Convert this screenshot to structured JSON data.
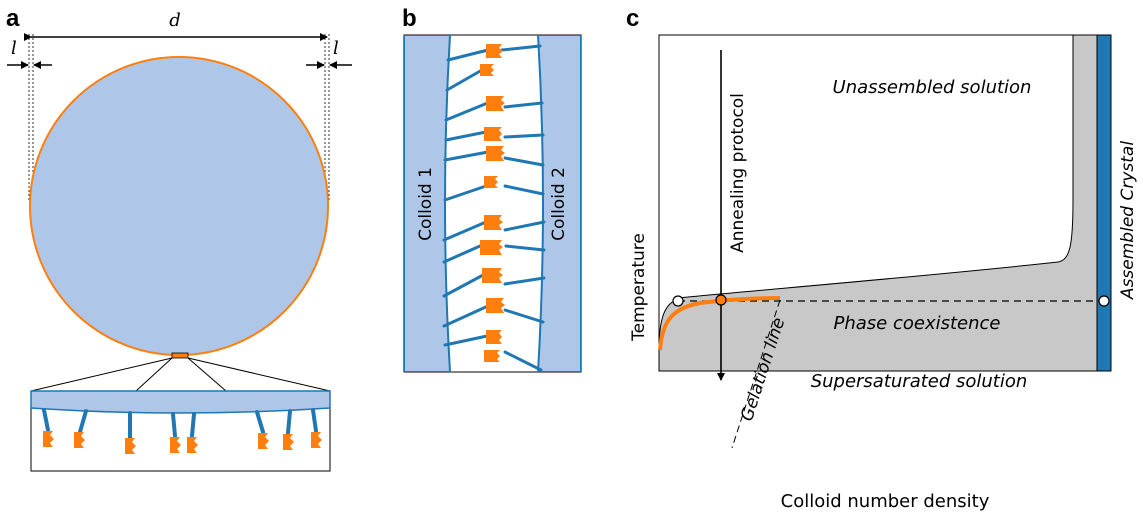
{
  "panel_a": {
    "label": "a",
    "diameter_label": "d",
    "shell_label_left": "l",
    "shell_label_right": "l"
  },
  "panel_b": {
    "label": "b",
    "colloid_left": "Colloid 1",
    "colloid_right": "Colloid 2"
  },
  "panel_c": {
    "label": "c",
    "xlabel": "Colloid number density",
    "ylabel": "Temperature",
    "region_top": "Unassembled solution",
    "region_middle": "Phase coexistence",
    "region_bottom": "Supersaturated solution",
    "crystal_label": "Assembled Crystal",
    "annealing_label": "Annealing protocol",
    "gelation_label": "Gelation line"
  },
  "colors": {
    "colloid": "#aec7e8",
    "dna_strand": "#1f77b4",
    "sticky_end": "#ff7f0e",
    "coexistence_fill": "#c8c8c8",
    "crystal_bar": "#1f77b4"
  }
}
